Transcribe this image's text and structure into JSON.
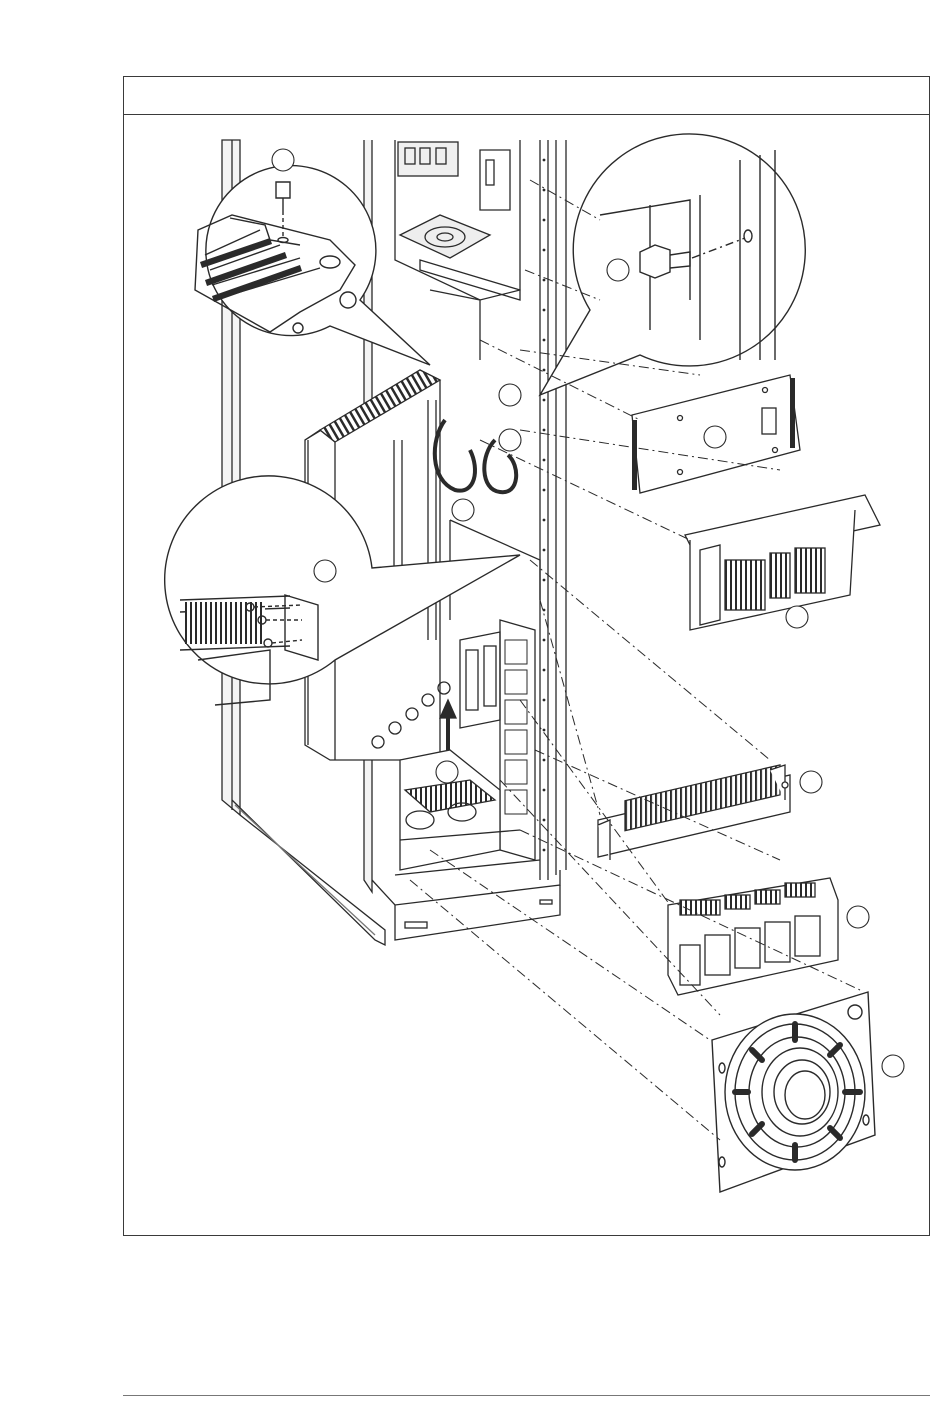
{
  "frame": {
    "header_text": ""
  },
  "diagram": {
    "callout_bubbles": [
      {
        "id": "callout-top-left-detail",
        "content": "screw-bracket-detail"
      },
      {
        "id": "callout-top-right-detail",
        "content": "bolt-mounting-detail"
      },
      {
        "id": "callout-left-detail",
        "content": "terminal-screw-detail"
      }
    ],
    "components": [
      {
        "id": "control-board"
      },
      {
        "id": "terminal-module"
      },
      {
        "id": "terminal-rail"
      },
      {
        "id": "fuse-board"
      },
      {
        "id": "cooling-fan"
      }
    ],
    "reference_markers": [
      {
        "id": "marker-1",
        "label": ""
      },
      {
        "id": "marker-2",
        "label": ""
      },
      {
        "id": "marker-3",
        "label": ""
      },
      {
        "id": "marker-4",
        "label": ""
      },
      {
        "id": "marker-5",
        "label": ""
      },
      {
        "id": "marker-6",
        "label": ""
      },
      {
        "id": "marker-7",
        "label": ""
      },
      {
        "id": "marker-8",
        "label": ""
      },
      {
        "id": "marker-9",
        "label": ""
      },
      {
        "id": "marker-10",
        "label": ""
      },
      {
        "id": "marker-11",
        "label": ""
      },
      {
        "id": "marker-12",
        "label": ""
      }
    ]
  },
  "colors": {
    "line": "#2a2a2a",
    "frame": "#3a3a3a",
    "shade": "#9a9a9a",
    "light": "#e6e6e6"
  }
}
